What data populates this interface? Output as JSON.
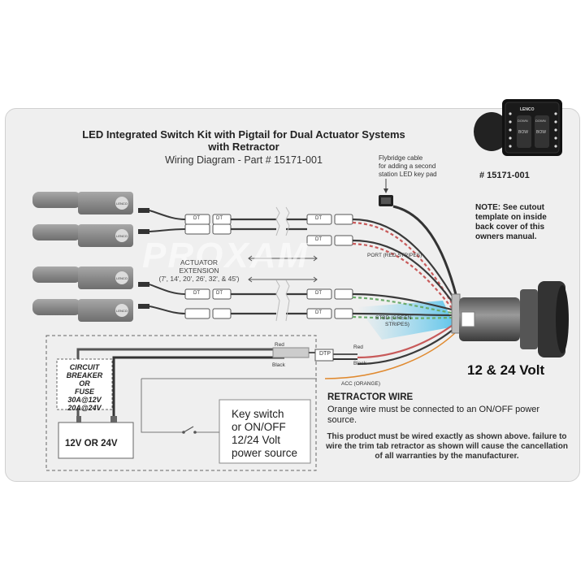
{
  "header": {
    "title_line1": "LED Integrated Switch Kit with Pigtail for Dual Actuator Systems",
    "title_line2": "with Retractor",
    "subtitle": "Wiring Diagram - Part # 15171-001"
  },
  "product": {
    "part_number": "# 15171-001",
    "brand": "LENCO",
    "button_top": "DOWN",
    "button_bottom": "BOW"
  },
  "flybridge": {
    "line1": "Flybridge cable",
    "line2": "for adding a second",
    "line3": "station LED key pad"
  },
  "note": {
    "text": "NOTE: See cutout template on inside back cover of this owners manual."
  },
  "actuator_extension": {
    "line1": "ACTUATOR",
    "line2": "EXTENSION",
    "line3": "(7', 14', 20', 26', 32', & 45')"
  },
  "harness": {
    "port": "PORT (RED STRIPES)",
    "stbd_line1": "STBD (GREEN",
    "stbd_line2": "STRIPES)",
    "dt": "DT",
    "dtp": "DTP",
    "red": "Red",
    "black": "Black",
    "acc": "ACC (ORANGE)"
  },
  "voltage": "12 & 24 Volt",
  "retractor": {
    "title": "RETRACTOR WIRE",
    "text": "Orange wire must be connected to an ON/OFF power source."
  },
  "warning": "This product must be wired exactly as shown above. failure to wire the trim tab retractor as shown will cause the cancellation of all warranties by the manufacturer.",
  "circuit_breaker": {
    "line1": "CIRCUIT",
    "line2": "BREAKER",
    "line3": "OR",
    "line4": "FUSE",
    "line5": "30A@12V",
    "line6": "20A@24V"
  },
  "battery": "12V OR 24V",
  "key_switch": {
    "line1": "Key switch",
    "line2": "or ON/OFF",
    "line3": "12/24 Volt",
    "line4": "power source"
  },
  "watermark": "PROXAM",
  "colors": {
    "panel": "#efefef",
    "actuator": "#8a8a8a",
    "wire_dark": "#3a3a3a",
    "wire_red_stripe": "#c85a5a",
    "wire_green_stripe": "#6aaa6a",
    "highlight_blue": "#7fd0ee"
  }
}
